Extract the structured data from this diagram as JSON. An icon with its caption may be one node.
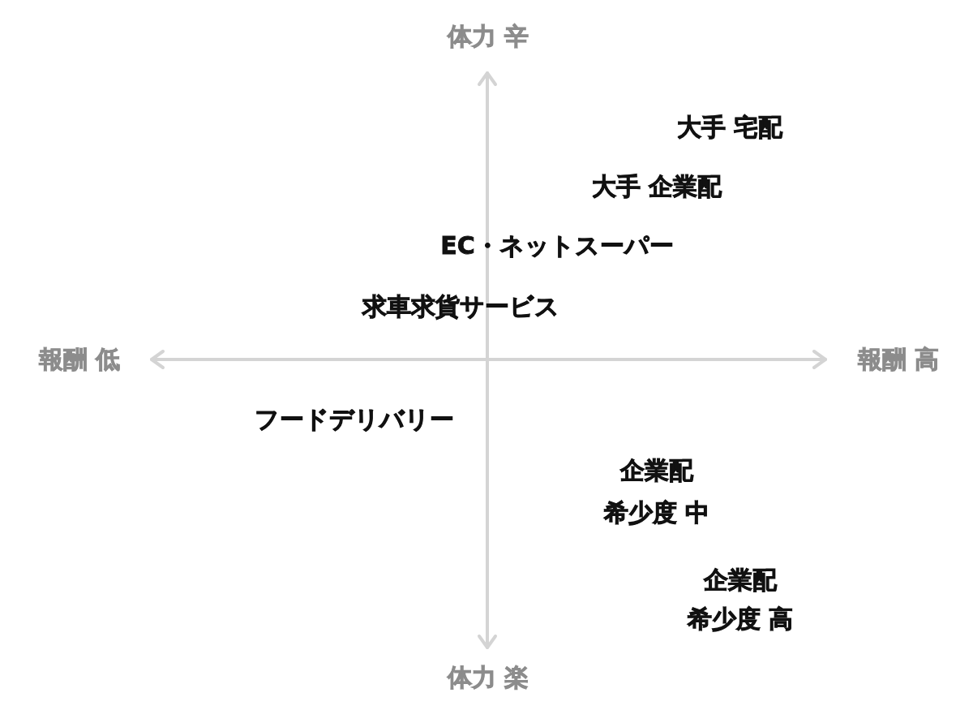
{
  "diagram": {
    "labels": [
      "体力 辛",
      "大手 宅配",
      "大手 企業配",
      "EC・ネットスーパー",
      "求車求貨サービス",
      "報酬 低",
      "報酬 高",
      "フードデリバリー",
      "企業配",
      "希少度 中",
      "企業配",
      "希少度 高",
      "体力 楽"
    ]
  }
}
